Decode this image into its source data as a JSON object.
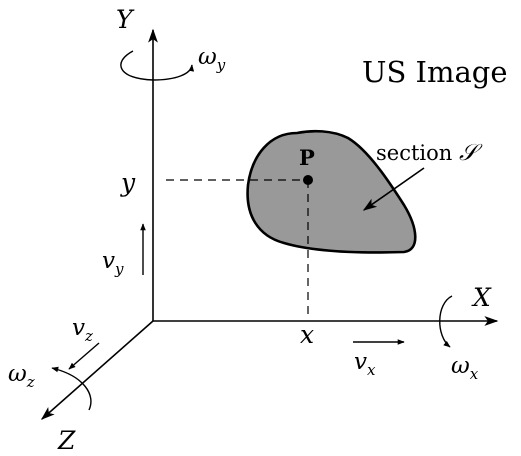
{
  "diagram": {
    "image_title": "US Image",
    "section_label": {
      "text": "section ",
      "symbol": "𝒮"
    },
    "point_label": "P",
    "axes": {
      "x": "X",
      "y": "Y",
      "z": "Z"
    },
    "coords": {
      "x": "x",
      "y": "y"
    },
    "velocities": {
      "x": {
        "base": "v",
        "sub": "x"
      },
      "y": {
        "base": "v",
        "sub": "y"
      },
      "z": {
        "base": "v",
        "sub": "z"
      }
    },
    "rotations": {
      "x": {
        "base": "ω",
        "sub": "x"
      },
      "y": {
        "base": "ω",
        "sub": "y"
      },
      "z": {
        "base": "ω",
        "sub": "z"
      }
    },
    "colors": {
      "section_fill": "#999999",
      "stroke": "#000000"
    }
  }
}
